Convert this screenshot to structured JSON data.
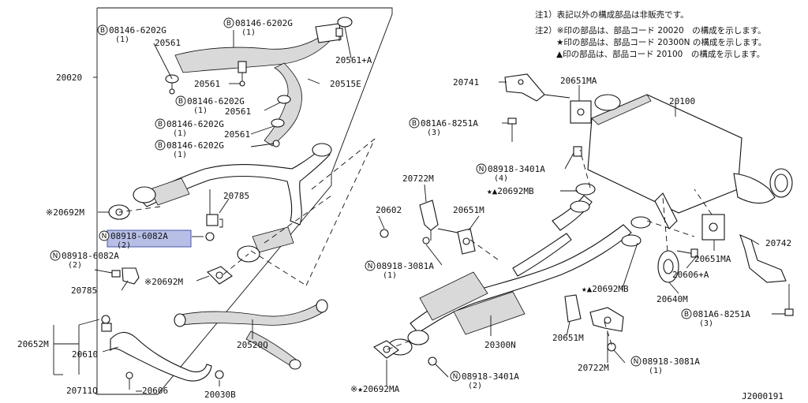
{
  "notes": [
    "注1）表記以外の構成部品は非販売です。",
    "注2）※印の部品は、部品コード 20020　の構成を示します。",
    "★印の部品は、部品コード 20300N の構成を示します。",
    "▲印の部品は、部品コード 20100　の構成を示します。"
  ],
  "diagram_id": "J2000191",
  "badge_B": "B",
  "badge_N": "N",
  "labels": {
    "b08146_1": "08146-6202G",
    "b08146_1_qty": "(1)",
    "p20561_1": "20561",
    "b08146_2": "08146-6202G",
    "b08146_2_qty": "(1)",
    "p20561a": "20561+A",
    "p20020": "20020",
    "p20561_2": "20561",
    "p20515e": "20515E",
    "b08146_3": "08146-6202G",
    "b08146_3_qty": "(1)",
    "p20561_3": "20561",
    "b08146_4": "08146-6202G",
    "b08146_4_qty": "(1)",
    "p20561_4": "20561",
    "b08146_5": "08146-6202G",
    "b08146_5_qty": "(1)",
    "p20785_1": "20785",
    "p20692m_1": "※20692M",
    "n08918_6082a_1": "08918-6082A",
    "n08918_6082a_1_qty": "(2)",
    "n08918_6082a_2": "08918-6082A",
    "n08918_6082a_2_qty": "(2)",
    "p20785_2": "20785",
    "p20692m_2": "※20692M",
    "p20652m": "20652M",
    "p20610": "20610",
    "p20711q": "20711Q",
    "p20606": "20606",
    "p20520q": "20520Q",
    "p20030b": "20030B",
    "p20741": "20741",
    "p20651ma_1": "20651MA",
    "p20100": "20100",
    "b081a6_1": "081A6-8251A",
    "b081a6_1_qty": "(3)",
    "n08918_3401a_1": "08918-3401A",
    "n08918_3401a_1_qty": "(4)",
    "p20692mb_1": "★▲20692MB",
    "p20722m_1": "20722M",
    "p20602": "20602",
    "p20651m_1": "20651M",
    "n08918_3081a_1": "08918-3081A",
    "n08918_3081a_1_qty": "(1)",
    "p20742": "20742",
    "p20651ma_2": "20651MA",
    "p20606a": "20606+A",
    "p20692mb_2": "★▲20692MB",
    "p20640m": "20640M",
    "b081a6_2": "081A6-8251A",
    "b081a6_2_qty": "(3)",
    "p20651m_2": "20651M",
    "p20300n": "20300N",
    "p20722m_2": "20722M",
    "n08918_3081a_2": "08918-3081A",
    "n08918_3081a_2_qty": "(1)",
    "n08918_3401a_2": "08918-3401A",
    "n08918_3401a_2_qty": "(2)",
    "p20692ma": "※★20692MA"
  }
}
